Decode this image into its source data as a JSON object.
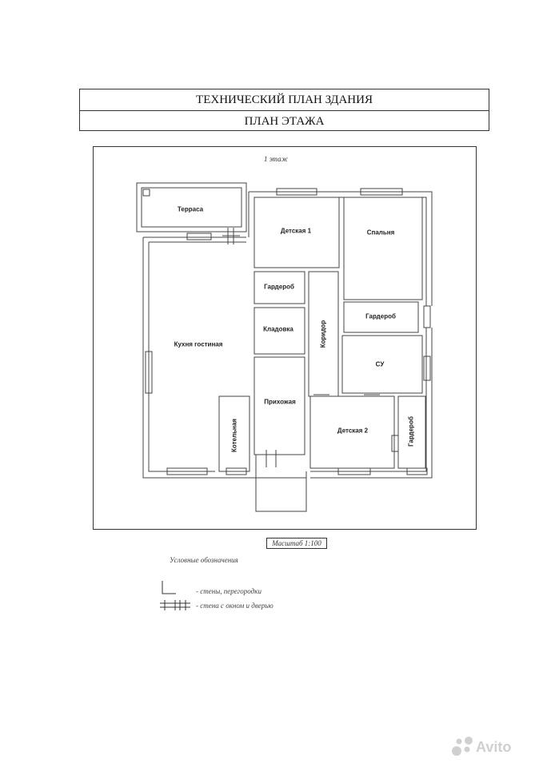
{
  "header": {
    "title": "ТЕХНИЧЕСКИЙ ПЛАН ЗДАНИЯ",
    "subtitle": "ПЛАН ЭТАЖА"
  },
  "plan": {
    "floor_label": "1 этаж",
    "rooms": {
      "terrace": "Терраса",
      "kids1": "Детская 1",
      "bedroom": "Спальня",
      "wardrobe_left": "Гардероб",
      "wardrobe_right": "Гардероб",
      "pantry": "Кладовка",
      "corridor": "Коридор",
      "kitchen": "Кухня гостиная",
      "bathroom": "СУ",
      "hallway": "Прихожая",
      "boiler": "Котельная",
      "kids2": "Детская 2",
      "wardrobe_bottom": "Гардероб"
    }
  },
  "scale": {
    "label": "Масштаб 1:100"
  },
  "legend": {
    "title": "Условные обозначения",
    "walls": "- стены, перегородки",
    "window_door": "- стена с окном и дверью"
  },
  "watermark": {
    "brand": "Avito",
    "color": "#cccccc"
  }
}
